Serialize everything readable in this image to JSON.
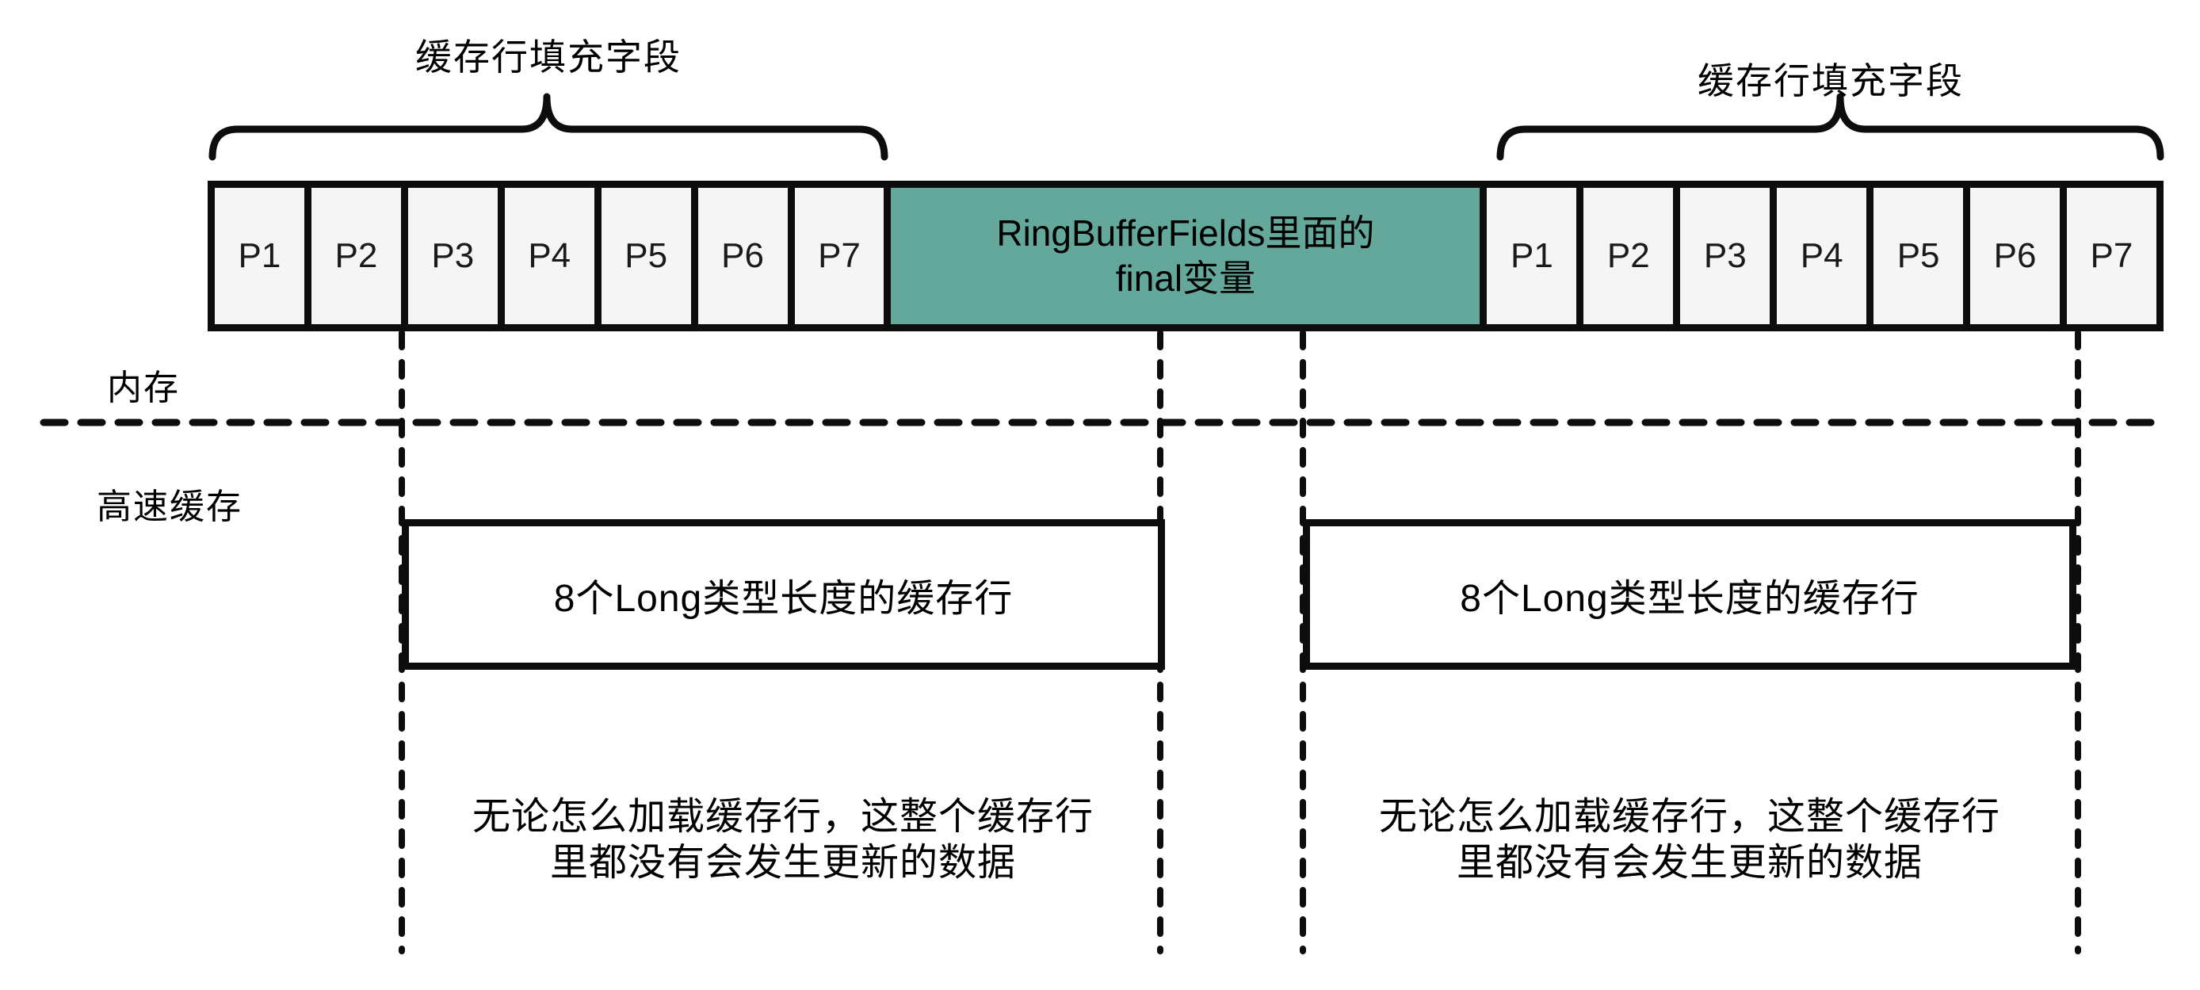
{
  "braces": {
    "left_label": "缓存行填充字段",
    "right_label": "缓存行填充字段"
  },
  "memory_row": {
    "left_cells": [
      "P1",
      "P2",
      "P3",
      "P4",
      "P5",
      "P6",
      "P7"
    ],
    "ring_buffer_cell": {
      "line1": "RingBufferFields里面的",
      "line2": "final变量"
    },
    "right_cells": [
      "P1",
      "P2",
      "P3",
      "P4",
      "P5",
      "P6",
      "P7"
    ]
  },
  "section_labels": {
    "memory": "内存",
    "cache": "高速缓存"
  },
  "cache_lines": {
    "left_label": "8个Long类型长度的缓存行",
    "right_label": "8个Long类型长度的缓存行"
  },
  "notes": {
    "left": {
      "line1": "无论怎么加载缓存行，这整个缓存行",
      "line2": "里都没有会发生更新的数据"
    },
    "right": {
      "line1": "无论怎么加载缓存行，这整个缓存行",
      "line2": "里都没有会发生更新的数据"
    }
  },
  "colors": {
    "teal": "#63a89a",
    "cell_fill": "#f5f5f5",
    "stroke": "#0d0d0d"
  }
}
